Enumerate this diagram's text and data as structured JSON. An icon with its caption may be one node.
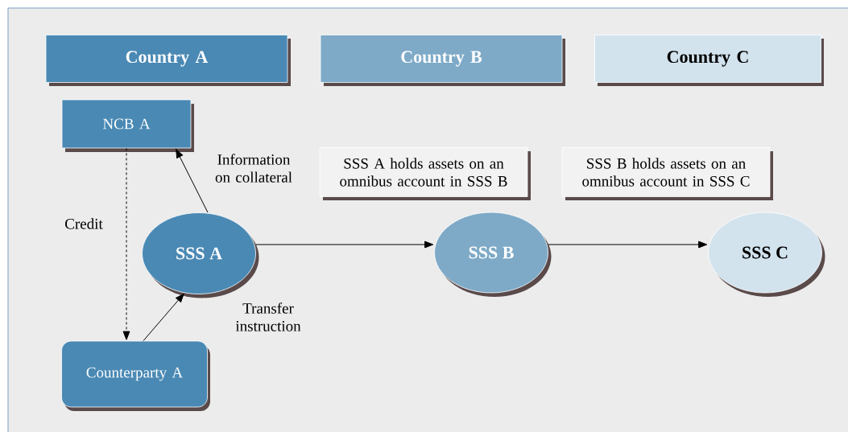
{
  "diagram": {
    "nodes": [
      {
        "text": [
          "Country A"
        ]
      },
      {
        "text": [
          "Country B"
        ]
      },
      {
        "text": [
          "Country C"
        ]
      },
      {
        "text": [
          "NCB A"
        ]
      },
      {
        "text": [
          "SSS A holds assets on an omnibus account in SSS B"
        ]
      },
      {
        "text": [
          "SSS B holds assets on an omnibus account in SSS C"
        ]
      },
      {
        "text": [
          "SSS A"
        ]
      },
      {
        "text": [
          "SSS B"
        ]
      },
      {
        "text": [
          "SSS C"
        ]
      },
      {
        "text": [
          "Counterparty A"
        ]
      }
    ],
    "edges": [
      {
        "from": 6,
        "to": 3,
        "arrow": "to",
        "label": "Information on collateral"
      },
      {
        "from": 3,
        "to": 9,
        "arrow": "to",
        "label": "Credit",
        "style": "dashed"
      },
      {
        "from": 9,
        "to": 6,
        "arrow": "to",
        "label": "Transfer instruction"
      },
      {
        "from": 6,
        "to": 7,
        "arrow": "to"
      },
      {
        "from": 7,
        "to": 8,
        "arrow": "to"
      }
    ]
  }
}
